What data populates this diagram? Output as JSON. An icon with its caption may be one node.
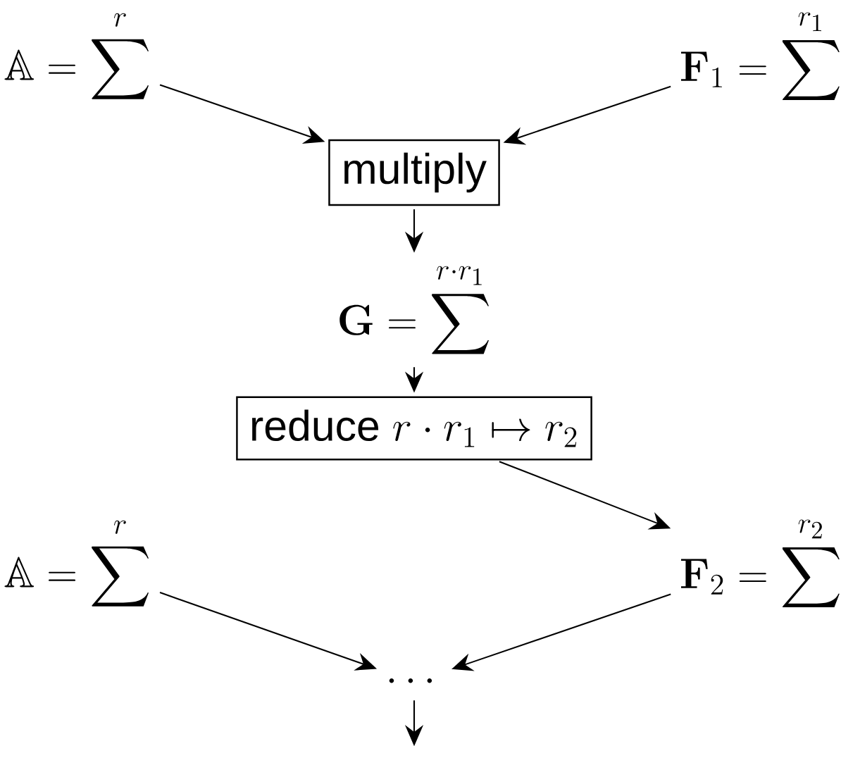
{
  "diagram": {
    "nodes": [
      {
        "text": [
          "\\mathbb{A} = \\sum^{r}"
        ]
      },
      {
        "text": [
          "\\mathbf{F}_1 = \\sum^{r_1}"
        ]
      },
      {
        "text": [
          "\\text{multiply}"
        ]
      },
      {
        "text": [
          "\\mathbf{G} = \\sum^{r\\cdot r_1}"
        ]
      },
      {
        "text": [
          "\\text{reduce } r \\cdot r_1 \\mapsto r_2"
        ]
      },
      {
        "text": [
          "\\mathbb{A} = \\sum^{r}"
        ]
      },
      {
        "text": [
          "\\mathbf{F}_2 = \\sum^{r_2}"
        ]
      },
      {
        "text": [
          "\\cdots"
        ]
      }
    ],
    "edges": [
      {
        "from": 0,
        "to": 2,
        "arrow": "to"
      },
      {
        "from": 1,
        "to": 2,
        "arrow": "to"
      },
      {
        "from": 2,
        "to": 3,
        "arrow": "to"
      },
      {
        "from": 3,
        "to": 4,
        "arrow": "to"
      },
      {
        "from": 4,
        "to": 6,
        "arrow": "to"
      },
      {
        "from": 5,
        "to": 7,
        "arrow": "to"
      },
      {
        "from": 6,
        "to": 7,
        "arrow": "to"
      },
      {
        "from": 7,
        "to": null,
        "arrow": "to"
      }
    ]
  }
}
